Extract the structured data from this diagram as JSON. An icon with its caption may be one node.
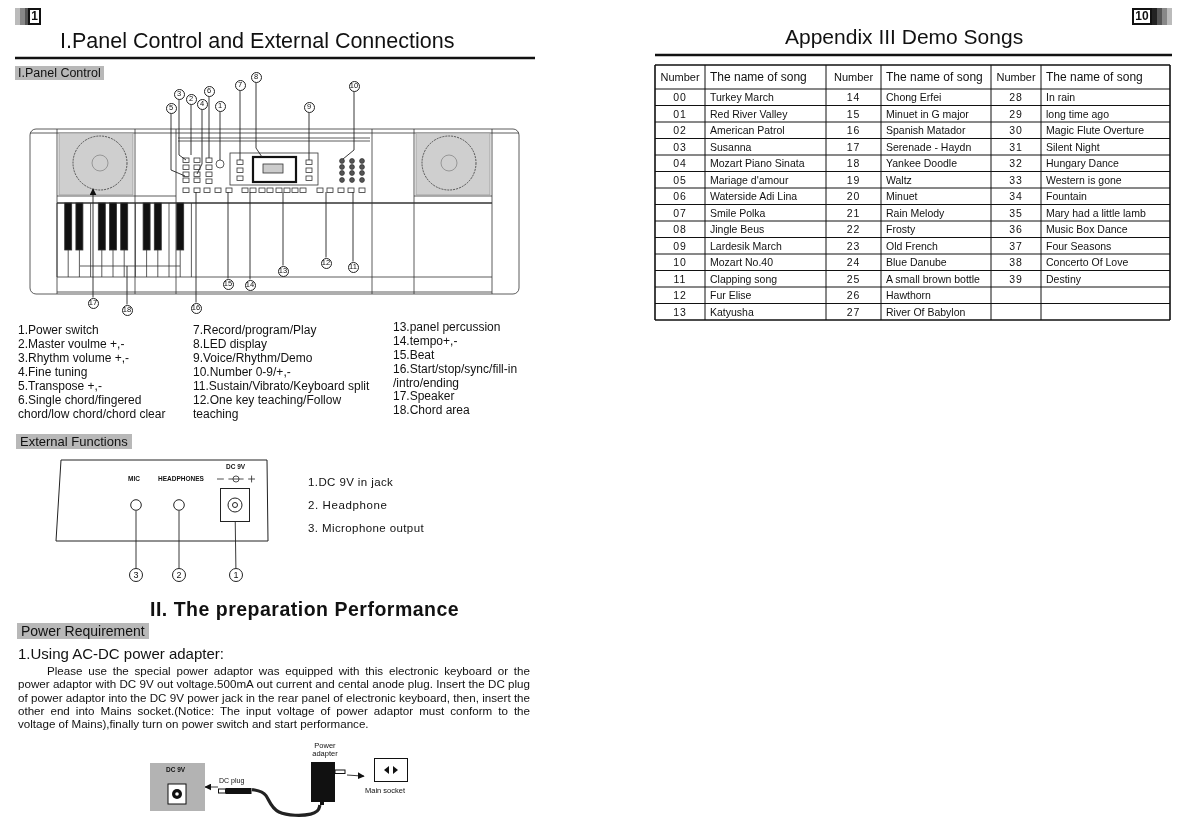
{
  "diagram": {
    "title": "I.Panel Control and External Connections",
    "nodes": [
      {
        "text": [
          "1"
        ]
      },
      {
        "text": [
          "2"
        ]
      },
      {
        "text": [
          "3"
        ]
      },
      {
        "text": [
          "4"
        ]
      },
      {
        "text": [
          "5"
        ]
      },
      {
        "text": [
          "6"
        ]
      },
      {
        "text": [
          "7"
        ]
      },
      {
        "text": [
          "8"
        ]
      },
      {
        "text": [
          "9"
        ]
      },
      {
        "text": [
          "10"
        ]
      },
      {
        "text": [
          "11"
        ]
      },
      {
        "text": [
          "12"
        ]
      },
      {
        "text": [
          "13"
        ]
      },
      {
        "text": [
          "14"
        ]
      },
      {
        "text": [
          "15"
        ]
      },
      {
        "text": [
          "16"
        ]
      },
      {
        "text": [
          "17"
        ]
      },
      {
        "text": [
          "18"
        ]
      },
      {
        "text": [],
        "shape": "circle"
      },
      {
        "text": [],
        "shape": "circle"
      },
      {
        "text": [],
        "shape": "box"
      },
      {
        "text": [
          "3"
        ]
      },
      {
        "text": [
          "2"
        ]
      },
      {
        "text": [
          "1"
        ]
      },
      {
        "text": [
          "DC 9V"
        ]
      },
      {
        "text": [
          "DC plug"
        ]
      },
      {
        "text": [
          "Power adapter"
        ]
      },
      {
        "text": [
          "Main socket"
        ]
      }
    ],
    "edges": [
      {
        "from": 0,
        "to": null,
        "arrow": "none"
      },
      {
        "from": 1,
        "to": null,
        "arrow": "none"
      },
      {
        "from": 2,
        "to": null,
        "arrow": "none"
      },
      {
        "from": 3,
        "to": null,
        "arrow": "none"
      },
      {
        "from": 4,
        "to": null,
        "arrow": "none"
      },
      {
        "from": 5,
        "to": null,
        "arrow": "none"
      },
      {
        "from": 6,
        "to": null,
        "arrow": "none"
      },
      {
        "from": 7,
        "to": null,
        "arrow": "none"
      },
      {
        "from": 8,
        "to": null,
        "arrow": "none"
      },
      {
        "from": 9,
        "to": null,
        "arrow": "none"
      },
      {
        "from": 10,
        "to": null,
        "arrow": "none"
      },
      {
        "from": 11,
        "to": null,
        "arrow": "none"
      },
      {
        "from": 12,
        "to": null,
        "arrow": "none"
      },
      {
        "from": 13,
        "to": null,
        "arrow": "none"
      },
      {
        "from": 14,
        "to": null,
        "arrow": "none"
      },
      {
        "from": 15,
        "to": null,
        "arrow": "none"
      },
      {
        "from": 16,
        "to": null,
        "arrow": "to"
      },
      {
        "from": 17,
        "to": null,
        "arrow": "none"
      },
      {
        "from": 21,
        "to": 18,
        "arrow": "none"
      },
      {
        "from": 22,
        "to": 19,
        "arrow": "none"
      },
      {
        "from": 23,
        "to": 20,
        "arrow": "none"
      },
      {
        "from": 25,
        "to": 24,
        "arrow": "to"
      },
      {
        "from": 25,
        "to": 26,
        "arrow": "none",
        "style": "thick"
      },
      {
        "from": 26,
        "to": 27,
        "arrow": "to"
      }
    ],
    "labels": [
      "1",
      "I.Panel Control",
      "1.Power switch",
      "2.Master voulme +,-",
      "3.Rhythm volume +,-",
      "4.Fine tuning",
      "5.Transpose +,-",
      "6.Single chord/fingered chord/low chord/chord clear",
      "7.Record/program/Play",
      "8.LED display",
      "9.Voice/Rhythm/Demo",
      "10.Number 0-9/+,-",
      "11.Sustain/Vibrato/Keyboard split",
      "12.One key teaching/Follow teaching",
      "13.panel percussion",
      "14.tempo+,-",
      "15.Beat",
      "16.Start/stop/sync/fill-in /intro/ending",
      "17.Speaker",
      "18.Chord area",
      "External Functions",
      "MIC",
      "HEADPHONES",
      "DC 9V",
      "1.DC 9V in jack",
      "2. Headphone",
      "3. Microphone output",
      "II. The preparation Performance",
      "Power Requirement",
      "1.Using AC-DC power adapter:",
      "Please use the special power adaptor was equipped with this electronic keyboard or the power adaptor with DC 9V out voltage.500mA out current and cental anode plug. Insert the DC plug of power adaptor into the DC 9V power jack in the rear panel of electronic keyboard, then, insert the other end into Mains socket.(Notice: The input voltage of power adaptor must conform to the voltage of Mains),finally turn on power switch and start performance.",
      "10",
      "Appendix III Demo Songs",
      "Number",
      "The name of song",
      "Number",
      "The name of song",
      "Number",
      "The name of song",
      "00",
      "Turkey March",
      "14",
      "Chong Erfei",
      "28",
      "In rain",
      "01",
      "Red River Valley",
      "15",
      "Minuet in G major",
      "29",
      "long time ago",
      "02",
      "American Patrol",
      "16",
      "Spanish Matador",
      "30",
      "Magic Flute Overture",
      "03",
      "Susanna",
      "17",
      "Serenade - Haydn",
      "31",
      "Silent Night",
      "04",
      "Mozart Piano Sinata",
      "18",
      "Yankee Doodle",
      "32",
      "Hungary Dance",
      "05",
      "Mariage d'amour",
      "19",
      "Waltz",
      "33",
      "Western is gone",
      "06",
      "Waterside Adi Lina",
      "20",
      "Minuet",
      "34",
      "Fountain",
      "07",
      "Smile Polka",
      "21",
      "Rain Melody",
      "35",
      "Mary had a little lamb",
      "08",
      "Jingle Beus",
      "22",
      "Frosty",
      "36",
      "Music Box Dance",
      "09",
      "Lardesik March",
      "23",
      "Old French",
      "37",
      "Four Seasons",
      "10",
      "Mozart No.40",
      "24",
      "Blue Danube",
      "38",
      "Concerto Of Love",
      "11",
      "Clapping song",
      "25",
      "A small brown bottle",
      "39",
      "Destiny",
      "12",
      "Fur Elise",
      "26",
      "Hawthorn",
      "13",
      "Katyusha",
      "27",
      "River Of Babylon"
    ]
  }
}
